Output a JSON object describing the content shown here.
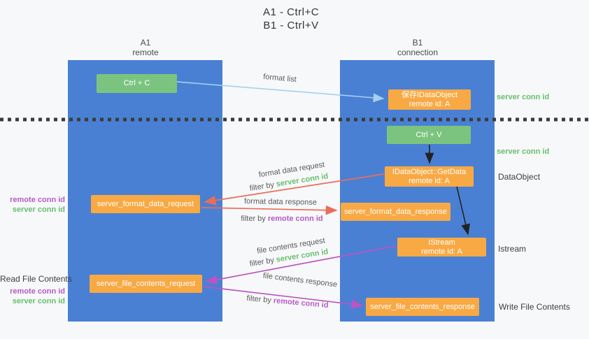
{
  "title": {
    "line1": "A1 - Ctrl+C",
    "line2": "B1 - Ctrl+V"
  },
  "lanes": {
    "left": {
      "name": "A1",
      "role": "remote"
    },
    "right": {
      "name": "B1",
      "role": "connection"
    }
  },
  "boxes": {
    "ctrl_c": {
      "label": "Ctrl + C"
    },
    "ctrl_v": {
      "label": "Ctrl + V"
    },
    "save_idataobject": {
      "line1": "保存IDataObject",
      "line2": "remote id: A"
    },
    "getdata": {
      "line1": "IDataObject::GetData",
      "line2": "remote id: A"
    },
    "istream": {
      "line1": "IStream",
      "line2": "remote id: A"
    },
    "fmt_req": {
      "label": "server_format_data_request"
    },
    "fmt_resp": {
      "label": "server_format_data_response"
    },
    "file_req": {
      "label": "server_file_contents_request"
    },
    "file_resp": {
      "label": "server_file_contents_response"
    }
  },
  "flows": {
    "format_list": {
      "label": "format list"
    },
    "fmt_req": {
      "line1": "format data request",
      "filter_prefix": "filter by",
      "filter_key": "server conn id"
    },
    "fmt_resp": {
      "line1": "format data response",
      "filter_prefix": "filter by",
      "filter_key": "remote conn id"
    },
    "file_req": {
      "line1": "file contents request",
      "filter_prefix": "filter by",
      "filter_key": "server conn id"
    },
    "file_resp": {
      "line1": "file contents response",
      "filter_prefix": "filter by",
      "filter_key": "remote conn id"
    }
  },
  "side_labels": {
    "server_conn_top": "server conn id",
    "server_conn_mid": "server conn id",
    "dataobject": "DataObject",
    "istream": "Istream",
    "write_file": "Write File Contents",
    "read_file": "Read File Contents",
    "left_remote_conn_1": "remote conn id",
    "left_server_conn_1": "server conn id",
    "left_remote_conn_2": "remote conn id",
    "left_server_conn_2": "server conn id"
  },
  "colors": {
    "panel_blue": "#4a80d3",
    "box_green": "#7bc47f",
    "box_orange": "#f8a944",
    "arrow_blue": "#a3d0ee",
    "arrow_red": "#ea6d5a",
    "arrow_magenta": "#bb54c4",
    "arrow_black": "#222222",
    "text_green": "#67bf6e",
    "text_purple": "#b55bc8",
    "background": "#f7f8f9"
  }
}
